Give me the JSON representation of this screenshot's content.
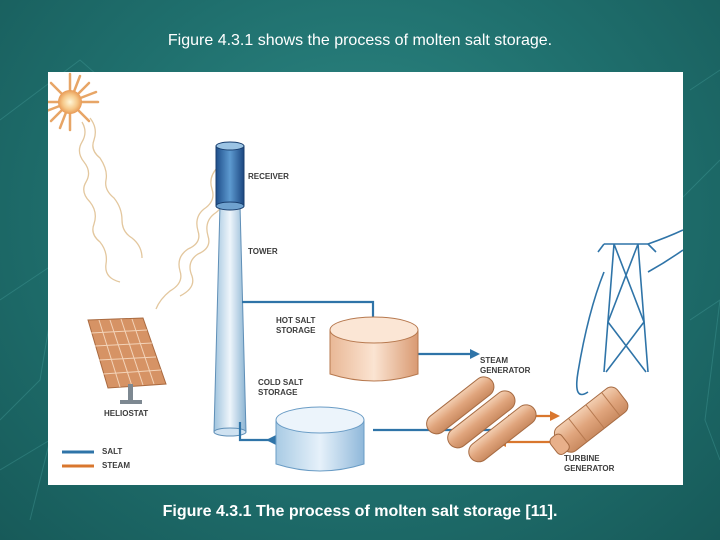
{
  "slide": {
    "title": "Figure 4.3.1 shows the process of molten salt  storage.",
    "caption": "Figure 4.3.1 The process of molten salt storage [11]."
  },
  "diagram": {
    "labels": {
      "receiver": "RECEIVER",
      "tower": "TOWER",
      "hot_salt_storage": "HOT SALT\nSTORAGE",
      "cold_salt_storage": "COLD SALT\nSTORAGE",
      "steam_generator": "STEAM\nGENERATOR",
      "turbine_generator": "TURBINE\nGENERATOR",
      "heliostat": "HELIOSTAT"
    },
    "legend": [
      {
        "label": "SALT",
        "color": "#2f74a8"
      },
      {
        "label": "STEAM",
        "color": "#d9772e"
      }
    ]
  },
  "colors": {
    "background": "#1f6f6d",
    "salt_pipe": "#2f74a8",
    "steam_pipe": "#d9772e"
  }
}
